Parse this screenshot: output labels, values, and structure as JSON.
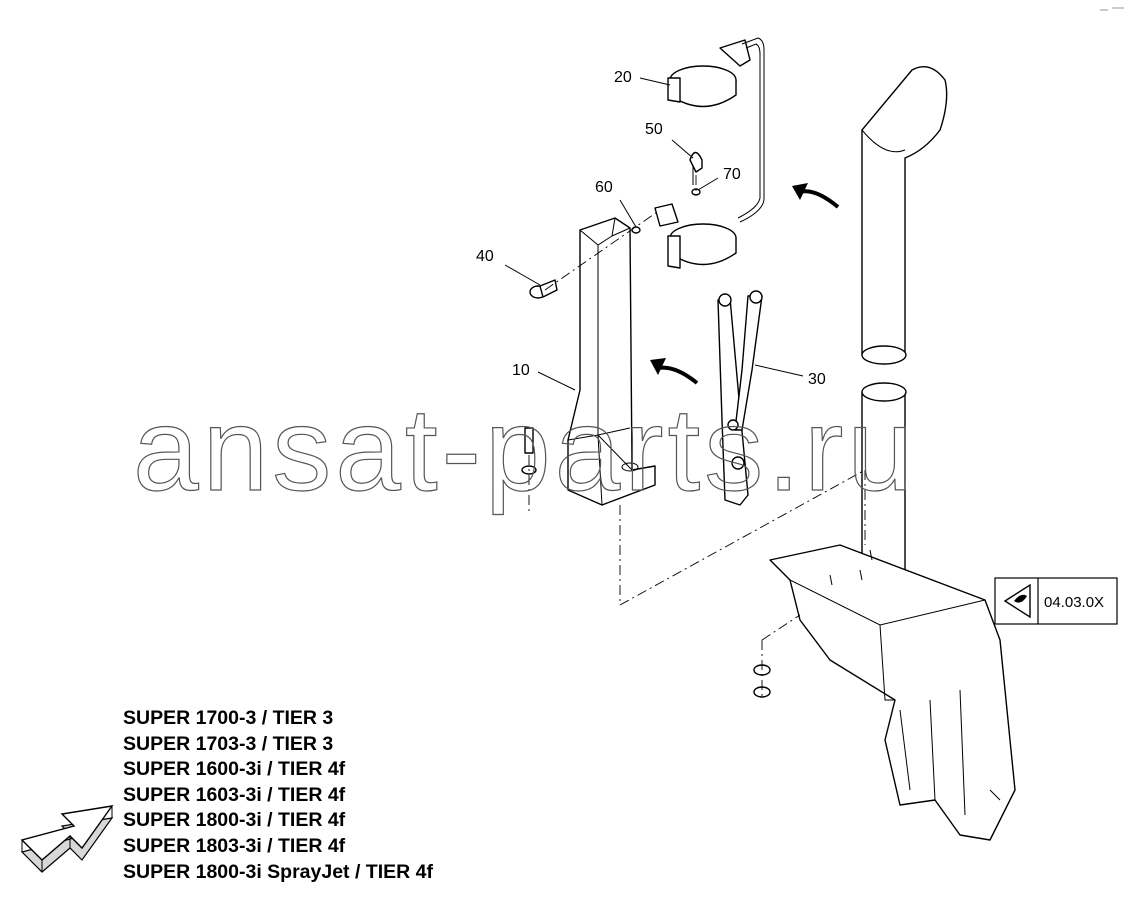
{
  "watermark": "ansat-parts.ru",
  "callouts": {
    "c10": "10",
    "c20": "20",
    "c30": "30",
    "c40": "40",
    "c50": "50",
    "c60": "60",
    "c70": "70"
  },
  "reference_box": {
    "code": "04.03.0X",
    "icon": "eye-icon"
  },
  "nav_icon": "arrow-icon",
  "models": [
    "SUPER 1700-3 / TIER 3",
    "SUPER 1703-3 / TIER 3",
    "SUPER 1600-3i / TIER 4f",
    "SUPER 1603-3i / TIER 4f",
    "SUPER 1800-3i / TIER 4f",
    "SUPER 1803-3i / TIER 4f",
    "SUPER 1800-3i SprayJet / TIER 4f"
  ]
}
